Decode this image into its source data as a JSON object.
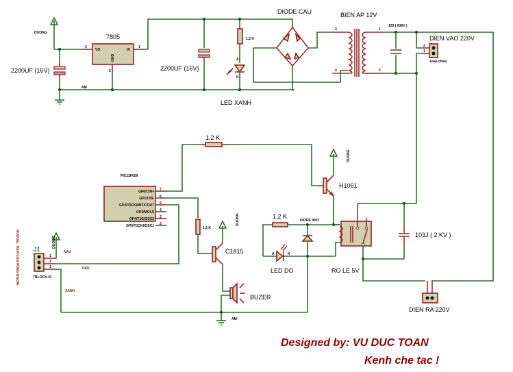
{
  "labels": {
    "duong": "DUONG",
    "am": "AM",
    "reg_name": "7805",
    "reg_vo": "VO",
    "reg_vi": "VI",
    "reg_gnd": "GND",
    "reg_pin_out": "3",
    "reg_pin_in": "1",
    "reg_pin_gnd": "2",
    "cap1": "2200UF (16V)",
    "cap2": "2200UF (16V)",
    "res_led": "1,2 K",
    "led_a": "A",
    "led_k": "K",
    "led_xanh": "LED XANH",
    "bridge": "DIODE CAU",
    "transformer": "BIEN AP 12V",
    "tr_pin3": "3",
    "tr_pin4": "4",
    "tr_pin1": "1",
    "tr_pin2": "2",
    "cap_ac": "103 ( 630V )",
    "in_conn": "DIEN VAO 220V",
    "in_conn_sub": "xoay chieu",
    "in_pin2": "2",
    "in_pin1": "1",
    "mcu_name": "PIC12F629",
    "mcu_pins": [
      {
        "name": "GP0/CIN+",
        "num": "7"
      },
      {
        "name": "GP1/CIN-",
        "num": "6"
      },
      {
        "name": "GP2/T0CKI/INT/COUT",
        "num": "5"
      },
      {
        "name": "GP3/MCLR",
        "num": "4"
      },
      {
        "name": "GP4/T1G/OSC2",
        "num": "3"
      },
      {
        "name": "GP5/T1CKI/OSC1",
        "num": "2"
      }
    ],
    "res_top": "1,2 K",
    "res_c1815": "1,2 K",
    "q1": "H1061",
    "q2": "C1815",
    "res_relay": "1,2 K",
    "diode4007": "DIODE 4007",
    "led_do": "LED DO",
    "relay": "RO LE 5V",
    "cap_2kv": "103J   ( 2 KV )",
    "out_conn": "DIEN RA 220V",
    "buzzer": "BUZER",
    "j1": "J1",
    "j1_type": "TBLOCK-I3",
    "j1_pins": [
      "1",
      "2",
      "3"
    ],
    "wire_nau": "NAU",
    "wire_den": "DEN",
    "wire_xanh": "XANH",
    "module": "MODUEL TIEM CAN HONG NGOAI"
  },
  "credits": {
    "line1": "Designed by:  VU DUC TOAN",
    "line2": "Kenh che tac !"
  }
}
